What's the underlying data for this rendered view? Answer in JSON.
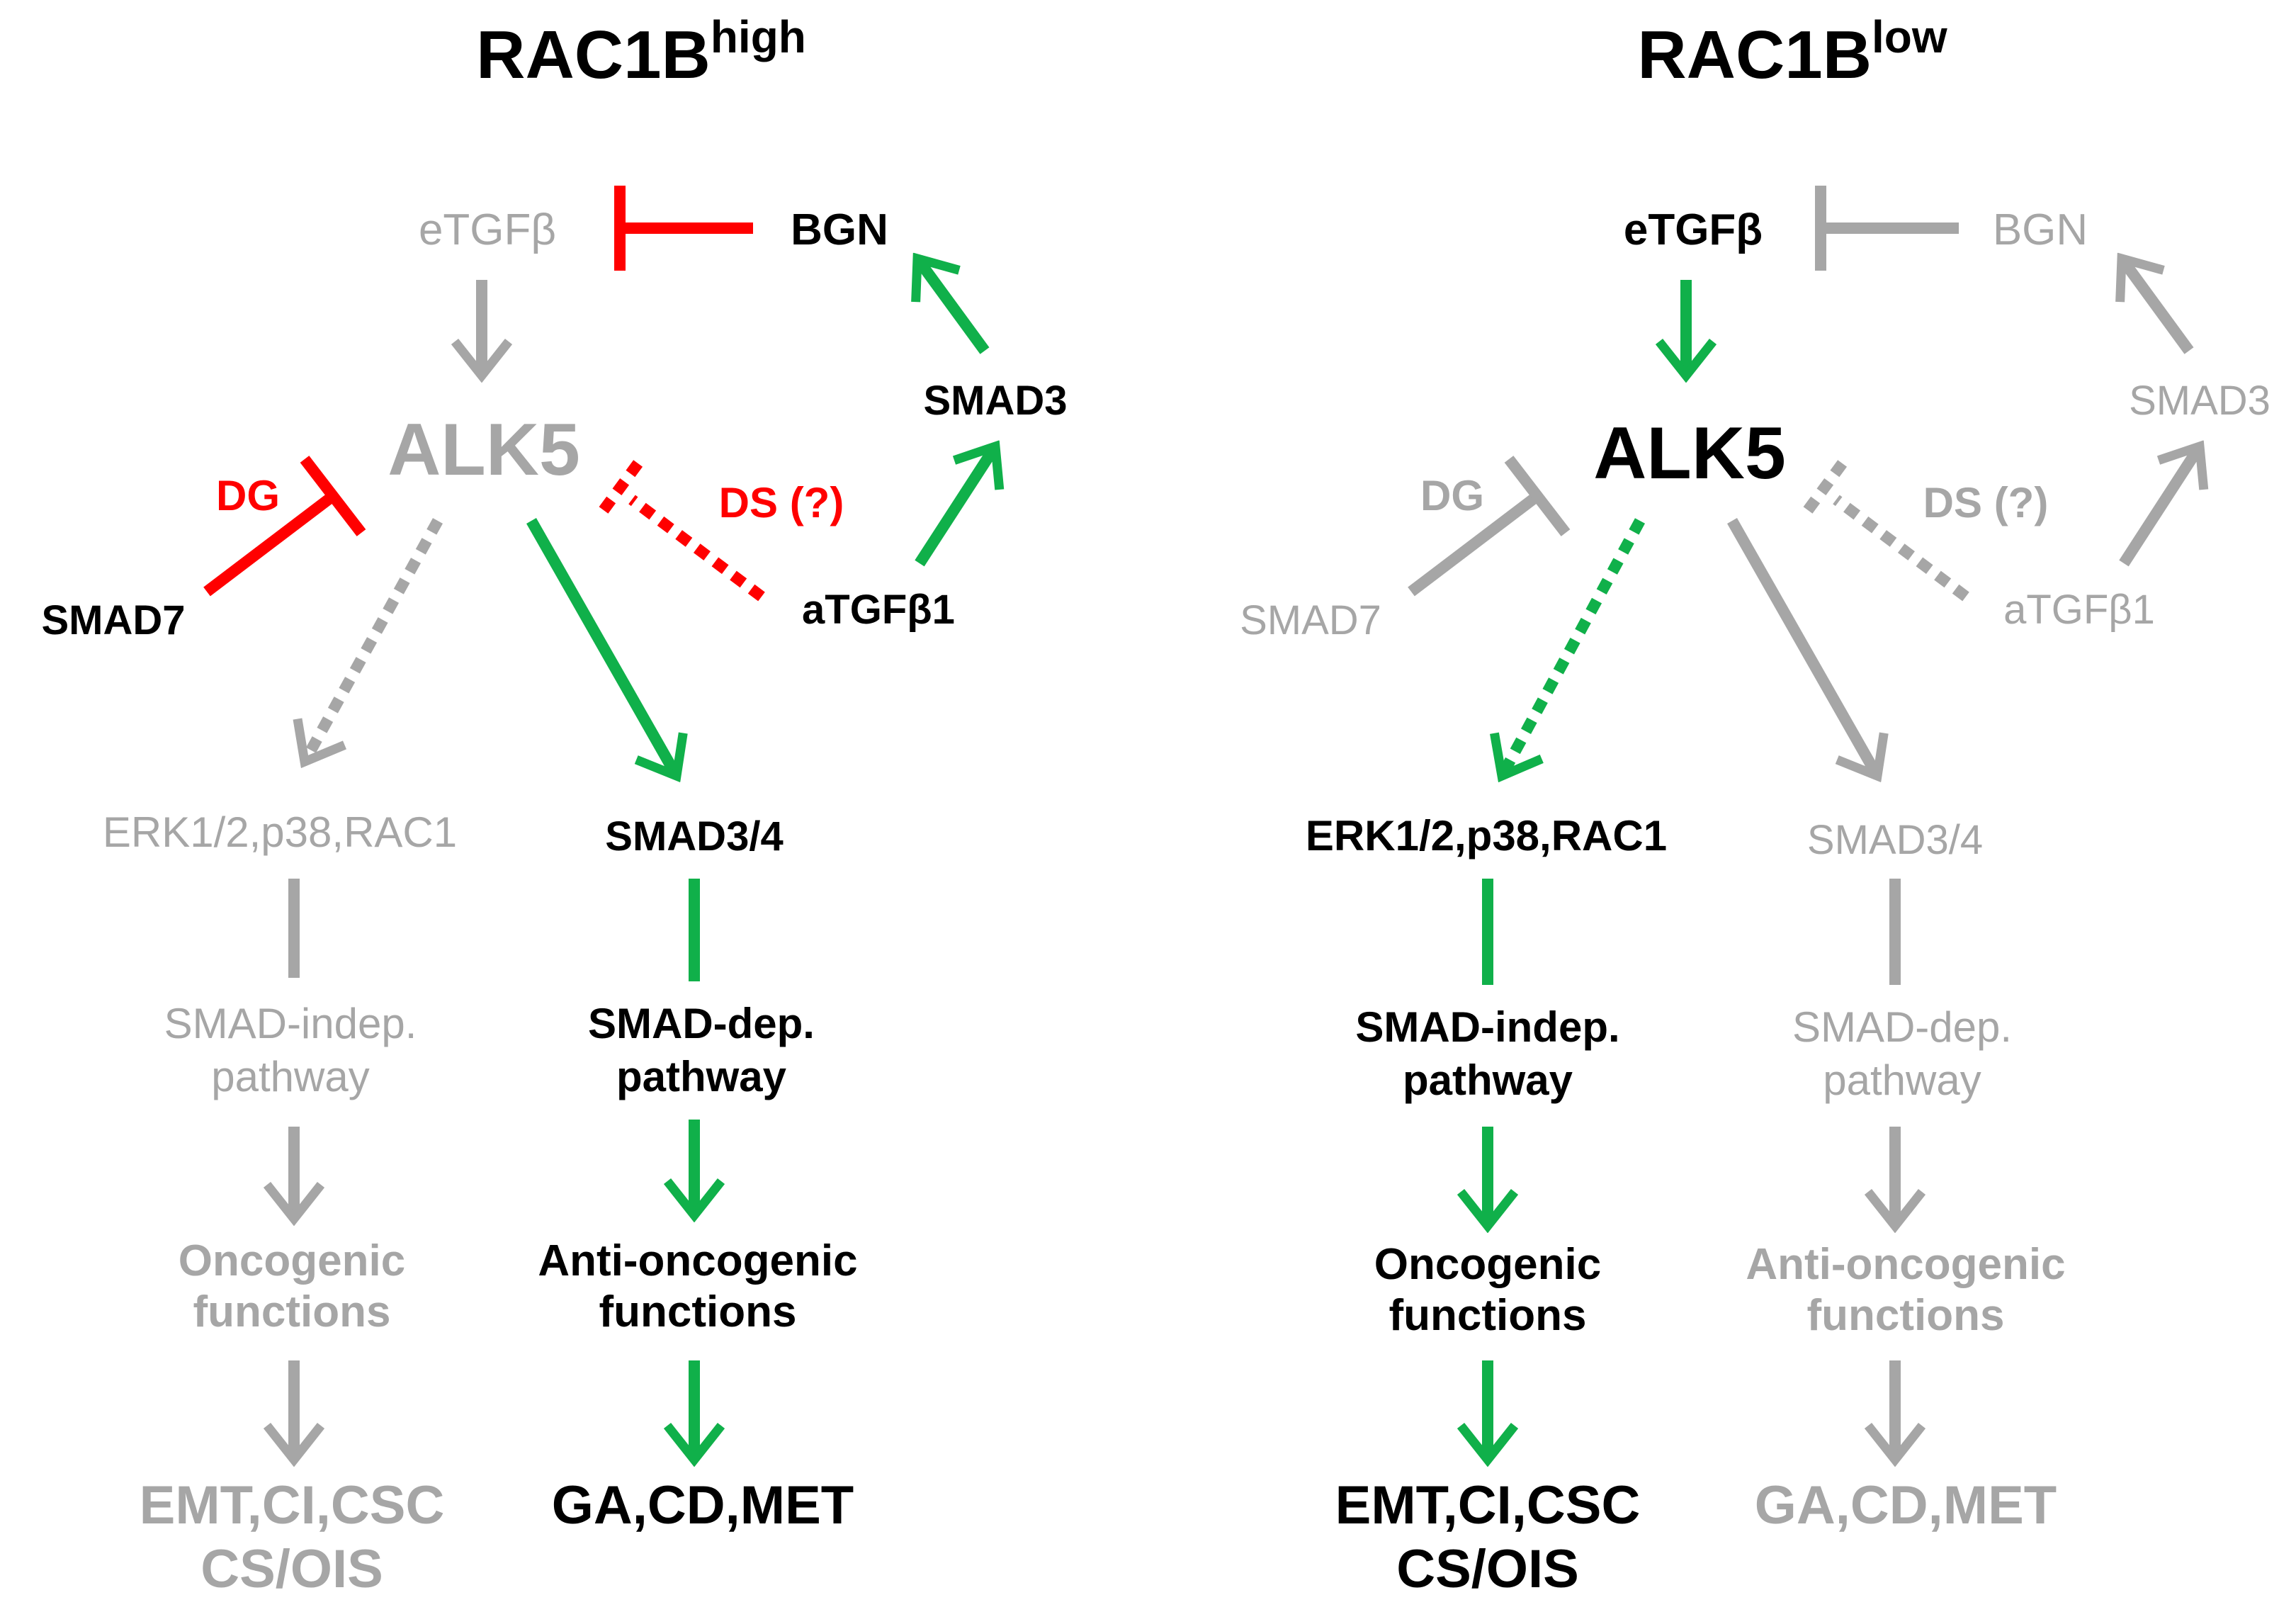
{
  "colors": {
    "active": "#000000",
    "inactive": "#a6a6a6",
    "arrow_green": "#10b04a",
    "arrow_red": "#ff0000",
    "arrow_gray": "#a6a6a6"
  },
  "panels": [
    {
      "id": "high",
      "title": {
        "base": "RAC1B",
        "superscript": "high"
      },
      "nodes": {
        "etgfb": {
          "text": "eTGFβ",
          "state": "inactive"
        },
        "bgn": {
          "text": "BGN",
          "state": "active"
        },
        "alk5": {
          "text": "ALK5",
          "state": "inactive"
        },
        "smad3": {
          "text": "SMAD3",
          "state": "active"
        },
        "smad7": {
          "text": "SMAD7",
          "state": "active"
        },
        "atgfb1": {
          "text": "aTGFβ1",
          "state": "active"
        },
        "dg": {
          "text": "DG",
          "state": "red"
        },
        "ds": {
          "text": "DS (?)",
          "state": "red"
        },
        "erk": {
          "text": "ERK1/2,p38,RAC1",
          "state": "inactive"
        },
        "smad34": {
          "text": "SMAD3/4",
          "state": "active"
        },
        "indep_line1": {
          "text": "SMAD-indep.",
          "state": "inactive"
        },
        "indep_line2": {
          "text": "pathway",
          "state": "inactive"
        },
        "dep_line1": {
          "text": "SMAD-dep.",
          "state": "active"
        },
        "dep_line2": {
          "text": "pathway",
          "state": "active"
        },
        "onco_line1": {
          "text": "Oncogenic",
          "state": "inactive"
        },
        "onco_line2": {
          "text": "functions",
          "state": "inactive"
        },
        "anti_line1": {
          "text": "Anti-oncogenic",
          "state": "active"
        },
        "anti_line2": {
          "text": "functions",
          "state": "active"
        },
        "emt_line1": {
          "text": "EMT,CI,CSC",
          "state": "inactive"
        },
        "emt_line2": {
          "text": "CS/OIS",
          "state": "inactive"
        },
        "ga": {
          "text": "GA,CD,MET",
          "state": "active"
        }
      }
    },
    {
      "id": "low",
      "title": {
        "base": "RAC1B",
        "superscript": "low"
      },
      "nodes": {
        "etgfb": {
          "text": "eTGFβ",
          "state": "active"
        },
        "bgn": {
          "text": "BGN",
          "state": "inactive"
        },
        "alk5": {
          "text": "ALK5",
          "state": "active"
        },
        "smad3": {
          "text": "SMAD3",
          "state": "inactive"
        },
        "smad7": {
          "text": "SMAD7",
          "state": "inactive"
        },
        "atgfb1": {
          "text": "aTGFβ1",
          "state": "inactive"
        },
        "dg": {
          "text": "DG",
          "state": "inactive"
        },
        "ds": {
          "text": "DS (?)",
          "state": "inactive"
        },
        "erk": {
          "text": "ERK1/2,p38,RAC1",
          "state": "active"
        },
        "smad34": {
          "text": "SMAD3/4",
          "state": "inactive"
        },
        "indep_line1": {
          "text": "SMAD-indep.",
          "state": "active"
        },
        "indep_line2": {
          "text": "pathway",
          "state": "active"
        },
        "dep_line1": {
          "text": "SMAD-dep.",
          "state": "inactive"
        },
        "dep_line2": {
          "text": "pathway",
          "state": "inactive"
        },
        "onco_line1": {
          "text": "Oncogenic",
          "state": "active"
        },
        "onco_line2": {
          "text": "functions",
          "state": "active"
        },
        "anti_line1": {
          "text": "Anti-oncogenic",
          "state": "inactive"
        },
        "anti_line2": {
          "text": "functions",
          "state": "inactive"
        },
        "emt_line1": {
          "text": "EMT,CI,CSC",
          "state": "active"
        },
        "emt_line2": {
          "text": "CS/OIS",
          "state": "active"
        },
        "ga": {
          "text": "GA,CD,MET",
          "state": "inactive"
        }
      }
    }
  ]
}
